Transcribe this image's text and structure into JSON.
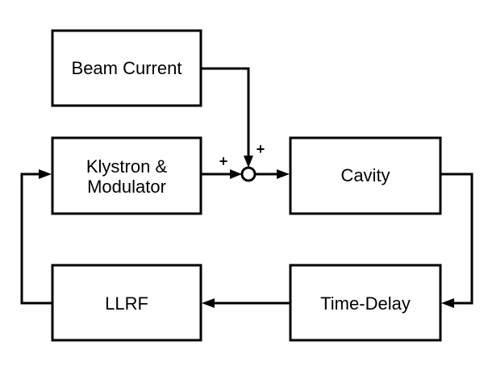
{
  "blocks": {
    "beam_current": "Beam Current",
    "klystron_line1": "Klystron &",
    "klystron_line2": "Modulator",
    "cavity": "Cavity",
    "llrf": "LLRF",
    "time_delay": "Time-Delay"
  },
  "summing_junction": {
    "input_from_klystron_sign": "+",
    "input_from_beam_sign": "+"
  }
}
